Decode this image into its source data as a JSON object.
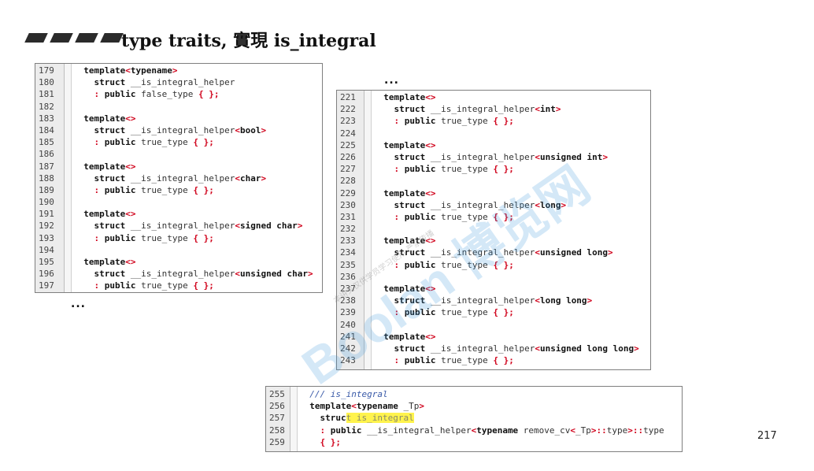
{
  "slide": {
    "title": "type traits, 實現 is_integral",
    "page_number": "217",
    "ellipsis_left": "...",
    "ellipsis_right": "...",
    "watermark": "Boolan 博览网",
    "watermark_small": "本讲义仅供学员学习使用 严禁传播"
  },
  "code_blocks": [
    {
      "lines": [
        {
          "n": "179",
          "segs": [
            [
              "  ",
              ""
            ],
            [
              "template",
              "kw"
            ],
            [
              "<",
              "br"
            ],
            [
              "typename",
              "kw"
            ],
            [
              ">",
              "br"
            ]
          ]
        },
        {
          "n": "180",
          "segs": [
            [
              "    ",
              ""
            ],
            [
              "struct",
              "kw"
            ],
            [
              " __is_integral_helper",
              ""
            ]
          ]
        },
        {
          "n": "181",
          "segs": [
            [
              "    ",
              ""
            ],
            [
              ":",
              "br"
            ],
            [
              " ",
              ""
            ],
            [
              "public",
              "kw"
            ],
            [
              " false_type ",
              ""
            ],
            [
              "{ };",
              "br"
            ]
          ]
        },
        {
          "n": "182",
          "segs": []
        },
        {
          "n": "183",
          "segs": [
            [
              "  ",
              ""
            ],
            [
              "template",
              "kw"
            ],
            [
              "<>",
              "br"
            ]
          ]
        },
        {
          "n": "184",
          "segs": [
            [
              "    ",
              ""
            ],
            [
              "struct",
              "kw"
            ],
            [
              " __is_integral_helper",
              ""
            ],
            [
              "<",
              "br"
            ],
            [
              "bool",
              "kw"
            ],
            [
              ">",
              "br"
            ]
          ]
        },
        {
          "n": "185",
          "segs": [
            [
              "    ",
              ""
            ],
            [
              ":",
              "br"
            ],
            [
              " ",
              ""
            ],
            [
              "public",
              "kw"
            ],
            [
              " true_type ",
              ""
            ],
            [
              "{ };",
              "br"
            ]
          ]
        },
        {
          "n": "186",
          "segs": []
        },
        {
          "n": "187",
          "segs": [
            [
              "  ",
              ""
            ],
            [
              "template",
              "kw"
            ],
            [
              "<>",
              "br"
            ]
          ]
        },
        {
          "n": "188",
          "segs": [
            [
              "    ",
              ""
            ],
            [
              "struct",
              "kw"
            ],
            [
              " __is_integral_helper",
              ""
            ],
            [
              "<",
              "br"
            ],
            [
              "char",
              "kw"
            ],
            [
              ">",
              "br"
            ]
          ]
        },
        {
          "n": "189",
          "segs": [
            [
              "    ",
              ""
            ],
            [
              ":",
              "br"
            ],
            [
              " ",
              ""
            ],
            [
              "public",
              "kw"
            ],
            [
              " true_type ",
              ""
            ],
            [
              "{ };",
              "br"
            ]
          ]
        },
        {
          "n": "190",
          "segs": []
        },
        {
          "n": "191",
          "segs": [
            [
              "  ",
              ""
            ],
            [
              "template",
              "kw"
            ],
            [
              "<>",
              "br"
            ]
          ]
        },
        {
          "n": "192",
          "segs": [
            [
              "    ",
              ""
            ],
            [
              "struct",
              "kw"
            ],
            [
              " __is_integral_helper",
              ""
            ],
            [
              "<",
              "br"
            ],
            [
              "signed char",
              "kw"
            ],
            [
              ">",
              "br"
            ]
          ]
        },
        {
          "n": "193",
          "segs": [
            [
              "    ",
              ""
            ],
            [
              ":",
              "br"
            ],
            [
              " ",
              ""
            ],
            [
              "public",
              "kw"
            ],
            [
              " true_type ",
              ""
            ],
            [
              "{ };",
              "br"
            ]
          ]
        },
        {
          "n": "194",
          "segs": []
        },
        {
          "n": "195",
          "segs": [
            [
              "  ",
              ""
            ],
            [
              "template",
              "kw"
            ],
            [
              "<>",
              "br"
            ]
          ]
        },
        {
          "n": "196",
          "segs": [
            [
              "    ",
              ""
            ],
            [
              "struct",
              "kw"
            ],
            [
              " __is_integral_helper",
              ""
            ],
            [
              "<",
              "br"
            ],
            [
              "unsigned char",
              "kw"
            ],
            [
              ">",
              "br"
            ]
          ]
        },
        {
          "n": "197",
          "segs": [
            [
              "    ",
              ""
            ],
            [
              ":",
              "br"
            ],
            [
              " ",
              ""
            ],
            [
              "public",
              "kw"
            ],
            [
              " true_type ",
              ""
            ],
            [
              "{ };",
              "br"
            ]
          ]
        }
      ]
    },
    {
      "lines": [
        {
          "n": "221",
          "segs": [
            [
              "  ",
              ""
            ],
            [
              "template",
              "kw"
            ],
            [
              "<>",
              "br"
            ]
          ]
        },
        {
          "n": "222",
          "segs": [
            [
              "    ",
              ""
            ],
            [
              "struct",
              "kw"
            ],
            [
              " __is_integral_helper",
              ""
            ],
            [
              "<",
              "br"
            ],
            [
              "int",
              "kw"
            ],
            [
              ">",
              "br"
            ]
          ]
        },
        {
          "n": "223",
          "segs": [
            [
              "    ",
              ""
            ],
            [
              ":",
              "br"
            ],
            [
              " ",
              ""
            ],
            [
              "public",
              "kw"
            ],
            [
              " true_type ",
              ""
            ],
            [
              "{ };",
              "br"
            ]
          ]
        },
        {
          "n": "224",
          "segs": []
        },
        {
          "n": "225",
          "segs": [
            [
              "  ",
              ""
            ],
            [
              "template",
              "kw"
            ],
            [
              "<>",
              "br"
            ]
          ]
        },
        {
          "n": "226",
          "segs": [
            [
              "    ",
              ""
            ],
            [
              "struct",
              "kw"
            ],
            [
              " __is_integral_helper",
              ""
            ],
            [
              "<",
              "br"
            ],
            [
              "unsigned int",
              "kw"
            ],
            [
              ">",
              "br"
            ]
          ]
        },
        {
          "n": "227",
          "segs": [
            [
              "    ",
              ""
            ],
            [
              ":",
              "br"
            ],
            [
              " ",
              ""
            ],
            [
              "public",
              "kw"
            ],
            [
              " true_type ",
              ""
            ],
            [
              "{ };",
              "br"
            ]
          ]
        },
        {
          "n": "228",
          "segs": []
        },
        {
          "n": "229",
          "segs": [
            [
              "  ",
              ""
            ],
            [
              "template",
              "kw"
            ],
            [
              "<>",
              "br"
            ]
          ]
        },
        {
          "n": "230",
          "segs": [
            [
              "    ",
              ""
            ],
            [
              "struct",
              "kw"
            ],
            [
              " __is_integral_helper",
              ""
            ],
            [
              "<",
              "br"
            ],
            [
              "long",
              "kw"
            ],
            [
              ">",
              "br"
            ]
          ]
        },
        {
          "n": "231",
          "segs": [
            [
              "    ",
              ""
            ],
            [
              ":",
              "br"
            ],
            [
              " ",
              ""
            ],
            [
              "public",
              "kw"
            ],
            [
              " true_type ",
              ""
            ],
            [
              "{ };",
              "br"
            ]
          ]
        },
        {
          "n": "232",
          "segs": []
        },
        {
          "n": "233",
          "segs": [
            [
              "  ",
              ""
            ],
            [
              "template",
              "kw"
            ],
            [
              "<>",
              "br"
            ]
          ]
        },
        {
          "n": "234",
          "segs": [
            [
              "    ",
              ""
            ],
            [
              "struct",
              "kw"
            ],
            [
              " __is_integral_helper",
              ""
            ],
            [
              "<",
              "br"
            ],
            [
              "unsigned long",
              "kw"
            ],
            [
              ">",
              "br"
            ]
          ]
        },
        {
          "n": "235",
          "segs": [
            [
              "    ",
              ""
            ],
            [
              ":",
              "br"
            ],
            [
              " ",
              ""
            ],
            [
              "public",
              "kw"
            ],
            [
              " true_type ",
              ""
            ],
            [
              "{ };",
              "br"
            ]
          ]
        },
        {
          "n": "236",
          "segs": []
        },
        {
          "n": "237",
          "segs": [
            [
              "  ",
              ""
            ],
            [
              "template",
              "kw"
            ],
            [
              "<>",
              "br"
            ]
          ]
        },
        {
          "n": "238",
          "segs": [
            [
              "    ",
              ""
            ],
            [
              "struct",
              "kw"
            ],
            [
              " __is_integral_helper",
              ""
            ],
            [
              "<",
              "br"
            ],
            [
              "long long",
              "kw"
            ],
            [
              ">",
              "br"
            ]
          ]
        },
        {
          "n": "239",
          "segs": [
            [
              "    ",
              ""
            ],
            [
              ":",
              "br"
            ],
            [
              " ",
              ""
            ],
            [
              "public",
              "kw"
            ],
            [
              " true_type ",
              ""
            ],
            [
              "{ };",
              "br"
            ]
          ]
        },
        {
          "n": "240",
          "segs": []
        },
        {
          "n": "241",
          "segs": [
            [
              "  ",
              ""
            ],
            [
              "template",
              "kw"
            ],
            [
              "<>",
              "br"
            ]
          ]
        },
        {
          "n": "242",
          "segs": [
            [
              "    ",
              ""
            ],
            [
              "struct",
              "kw"
            ],
            [
              " __is_integral_helper",
              ""
            ],
            [
              "<",
              "br"
            ],
            [
              "unsigned long long",
              "kw"
            ],
            [
              ">",
              "br"
            ]
          ]
        },
        {
          "n": "243",
          "segs": [
            [
              "    ",
              ""
            ],
            [
              ":",
              "br"
            ],
            [
              " ",
              ""
            ],
            [
              "public",
              "kw"
            ],
            [
              " true_type ",
              ""
            ],
            [
              "{ };",
              "br"
            ]
          ]
        }
      ]
    },
    {
      "lines": [
        {
          "n": "255",
          "segs": [
            [
              "  ",
              ""
            ],
            [
              "/// is_integral",
              "cm"
            ]
          ]
        },
        {
          "n": "256",
          "segs": [
            [
              "  ",
              ""
            ],
            [
              "template",
              "kw"
            ],
            [
              "<",
              "br"
            ],
            [
              "typename",
              "kw"
            ],
            [
              " _Tp",
              ""
            ],
            [
              ">",
              "br"
            ]
          ]
        },
        {
          "n": "257",
          "segs": [
            [
              "    ",
              ""
            ],
            [
              "struc",
              "kw"
            ],
            [
              "t is_integral",
              "hl"
            ]
          ]
        },
        {
          "n": "258",
          "segs": [
            [
              "    ",
              ""
            ],
            [
              ":",
              "br"
            ],
            [
              " ",
              ""
            ],
            [
              "public",
              "kw"
            ],
            [
              " __is_integral_helper",
              ""
            ],
            [
              "<",
              "br"
            ],
            [
              "typename",
              "kw"
            ],
            [
              " remove_cv",
              ""
            ],
            [
              "<",
              "br"
            ],
            [
              "_Tp",
              ""
            ],
            [
              ">",
              "br"
            ],
            [
              "::",
              "br"
            ],
            [
              "type",
              ""
            ],
            [
              ">",
              "br"
            ],
            [
              "::",
              "br"
            ],
            [
              "type",
              ""
            ]
          ]
        },
        {
          "n": "259",
          "segs": [
            [
              "    ",
              ""
            ],
            [
              "{ };",
              "br"
            ]
          ]
        }
      ]
    }
  ]
}
